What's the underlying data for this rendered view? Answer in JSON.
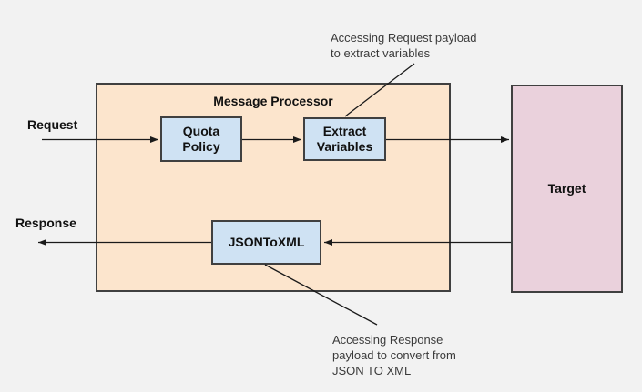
{
  "colors": {
    "background": "#f2f2f2",
    "processor_fill": "#fce5cd",
    "policy_node_fill": "#cfe2f3",
    "target_fill": "#ead1dc",
    "box_border": "#404040",
    "connector_line": "#1a1a1a",
    "label_text": "#111111",
    "annotation_text": "#3b3b3b"
  },
  "diagram": {
    "processor_title": "Message Processor",
    "request_label": "Request",
    "response_label": "Response",
    "nodes": {
      "quota": "Quota\nPolicy",
      "extract": "Extract\nVariables",
      "json_to_xml": "JSONToXML",
      "target": "Target"
    },
    "annotations": {
      "request": "Accessing Request payload\nto extract variables",
      "response": "Accessing Response\npayload to convert from\nJSON TO XML"
    }
  }
}
